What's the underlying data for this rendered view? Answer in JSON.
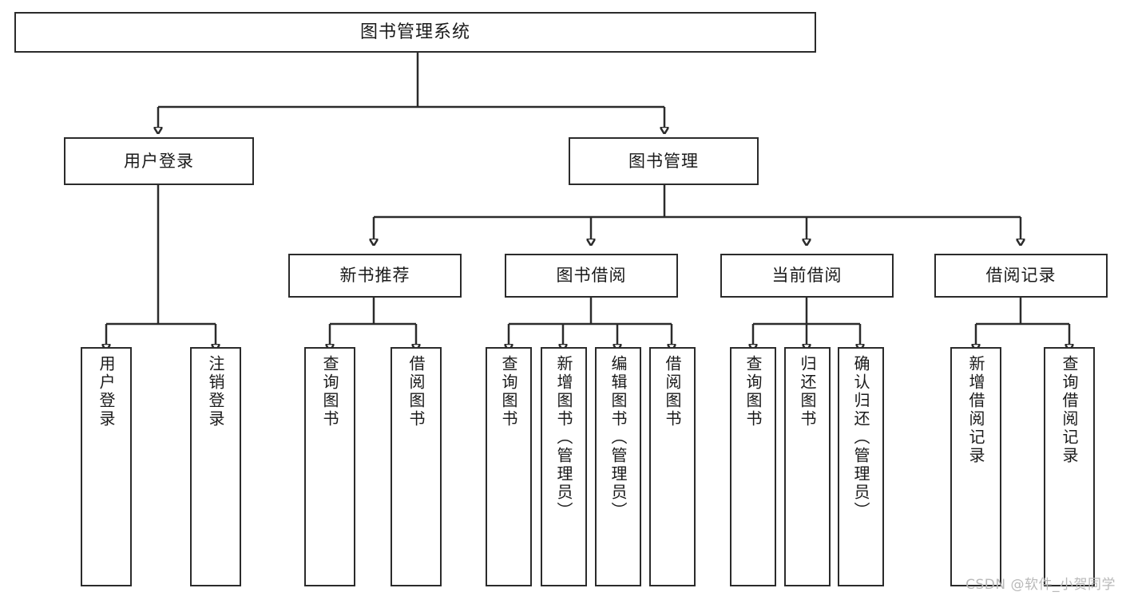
{
  "diagram": {
    "title": "图书管理系统",
    "root": {
      "label": "图书管理系统"
    },
    "level1": [
      {
        "label": "用户登录"
      },
      {
        "label": "图书管理"
      }
    ],
    "level2": [
      {
        "label": "新书推荐"
      },
      {
        "label": "图书借阅"
      },
      {
        "label": "当前借阅"
      },
      {
        "label": "借阅记录"
      }
    ],
    "leaves": {
      "user_login": [
        {
          "label": "用户登录"
        },
        {
          "label": "注销登录"
        }
      ],
      "new_book_recommend": [
        {
          "label": "查询图书"
        },
        {
          "label": "借阅图书"
        }
      ],
      "book_borrow": [
        {
          "label": "查询图书"
        },
        {
          "label": "新增图书（管理员）"
        },
        {
          "label": "编辑图书（管理员）"
        },
        {
          "label": "借阅图书"
        }
      ],
      "current_borrow": [
        {
          "label": "查询图书"
        },
        {
          "label": "归还图书"
        },
        {
          "label": "确认归还（管理员）"
        }
      ],
      "borrow_record": [
        {
          "label": "新增借阅记录"
        },
        {
          "label": "查询借阅记录"
        }
      ]
    }
  },
  "watermark": {
    "text": "CSDN @软件_小贺同学"
  },
  "colors": {
    "stroke": "#2b2b2b",
    "background": "#ffffff",
    "text": "#1a1a1a",
    "watermark": "#b9b9b9"
  }
}
